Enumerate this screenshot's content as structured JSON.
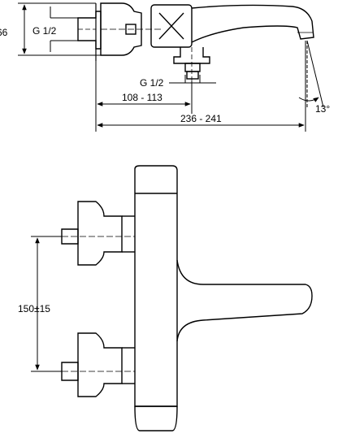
{
  "dimensions": {
    "height_top": "66",
    "inlet_thread_left": "G 1/2",
    "inlet_thread_bottom": "G 1/2",
    "inlet_offset": "108 - 113",
    "overall_length": "236 - 241",
    "spout_angle": "13°",
    "centers_distance": "150±15"
  },
  "colors": {
    "line": "#000000",
    "background": "#ffffff"
  }
}
